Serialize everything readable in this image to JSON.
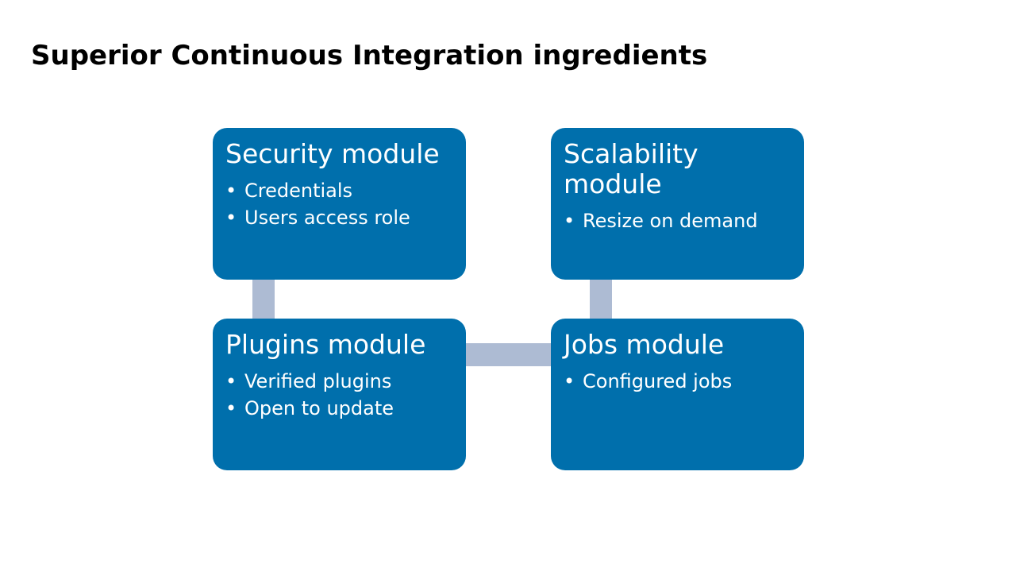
{
  "title": "Superior Continuous Integration ingredients",
  "colors": {
    "module_fill": "#006fac",
    "connector": "#adbbd3",
    "text_on_module": "#ffffff"
  },
  "modules": [
    {
      "title": "Security module",
      "bullets": [
        "Credentials",
        "Users access role"
      ]
    },
    {
      "title": "Scalability module",
      "bullets": [
        "Resize on demand"
      ]
    },
    {
      "title": "Plugins module",
      "bullets": [
        "Verified plugins",
        "Open to update"
      ]
    },
    {
      "title": "Jobs module",
      "bullets": [
        "Configured jobs"
      ]
    }
  ],
  "connections": [
    {
      "from": "Security module",
      "to": "Plugins module"
    },
    {
      "from": "Scalability module",
      "to": "Jobs module"
    },
    {
      "from": "Plugins module",
      "to": "Jobs module"
    }
  ]
}
